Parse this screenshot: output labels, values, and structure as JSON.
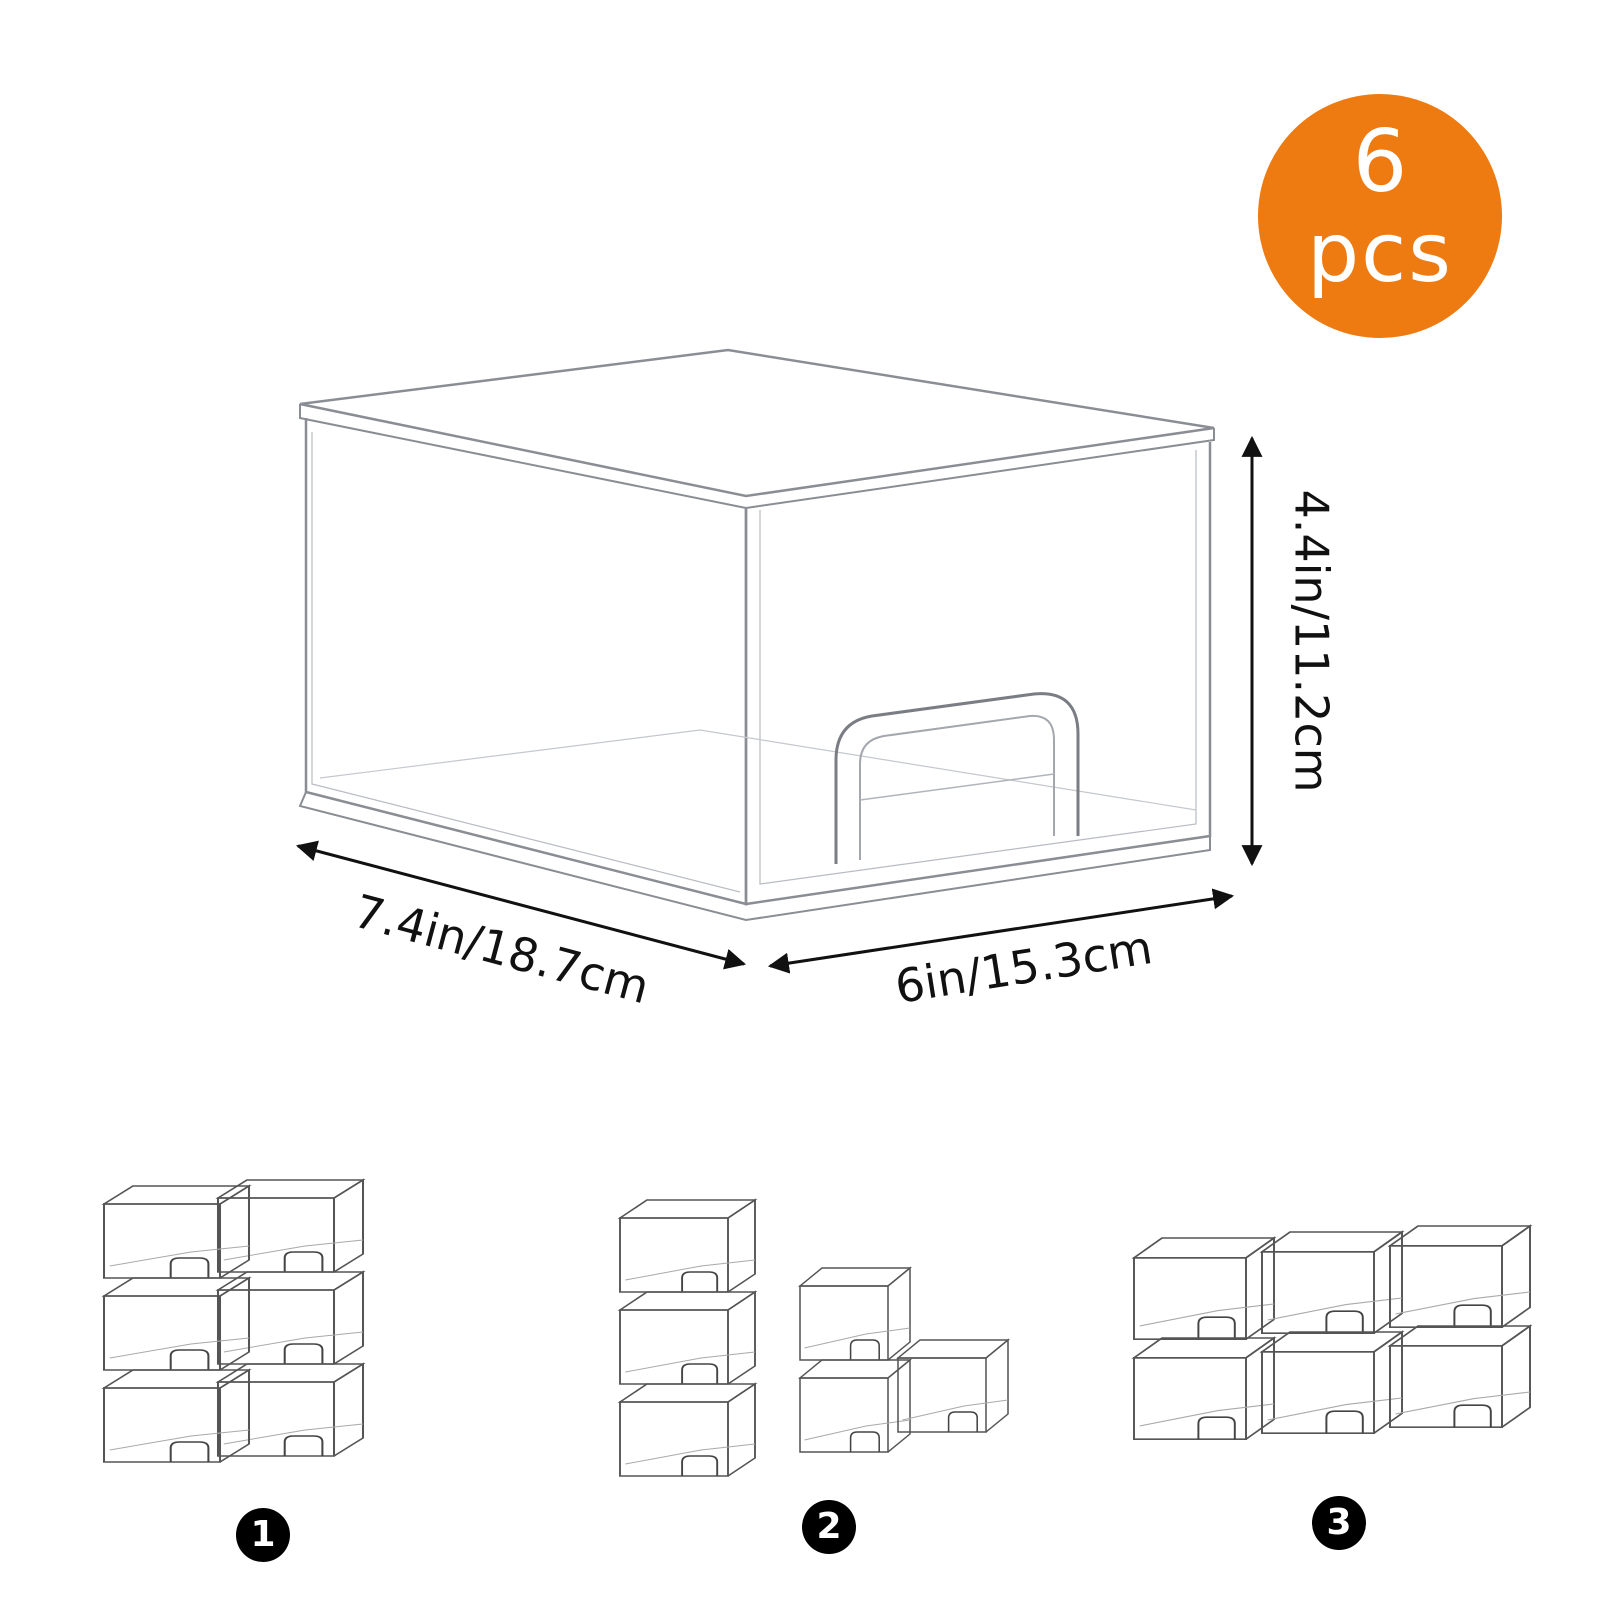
{
  "badge": {
    "quantity": "6",
    "unit": "pcs",
    "color": "#ee7b12"
  },
  "dimensions": {
    "depth": "7.4in/18.7cm",
    "width": "6in/15.3cm",
    "height": "4.4in/11.2cm"
  },
  "arrangements": [
    {
      "number": "1"
    },
    {
      "number": "2"
    },
    {
      "number": "3"
    }
  ]
}
